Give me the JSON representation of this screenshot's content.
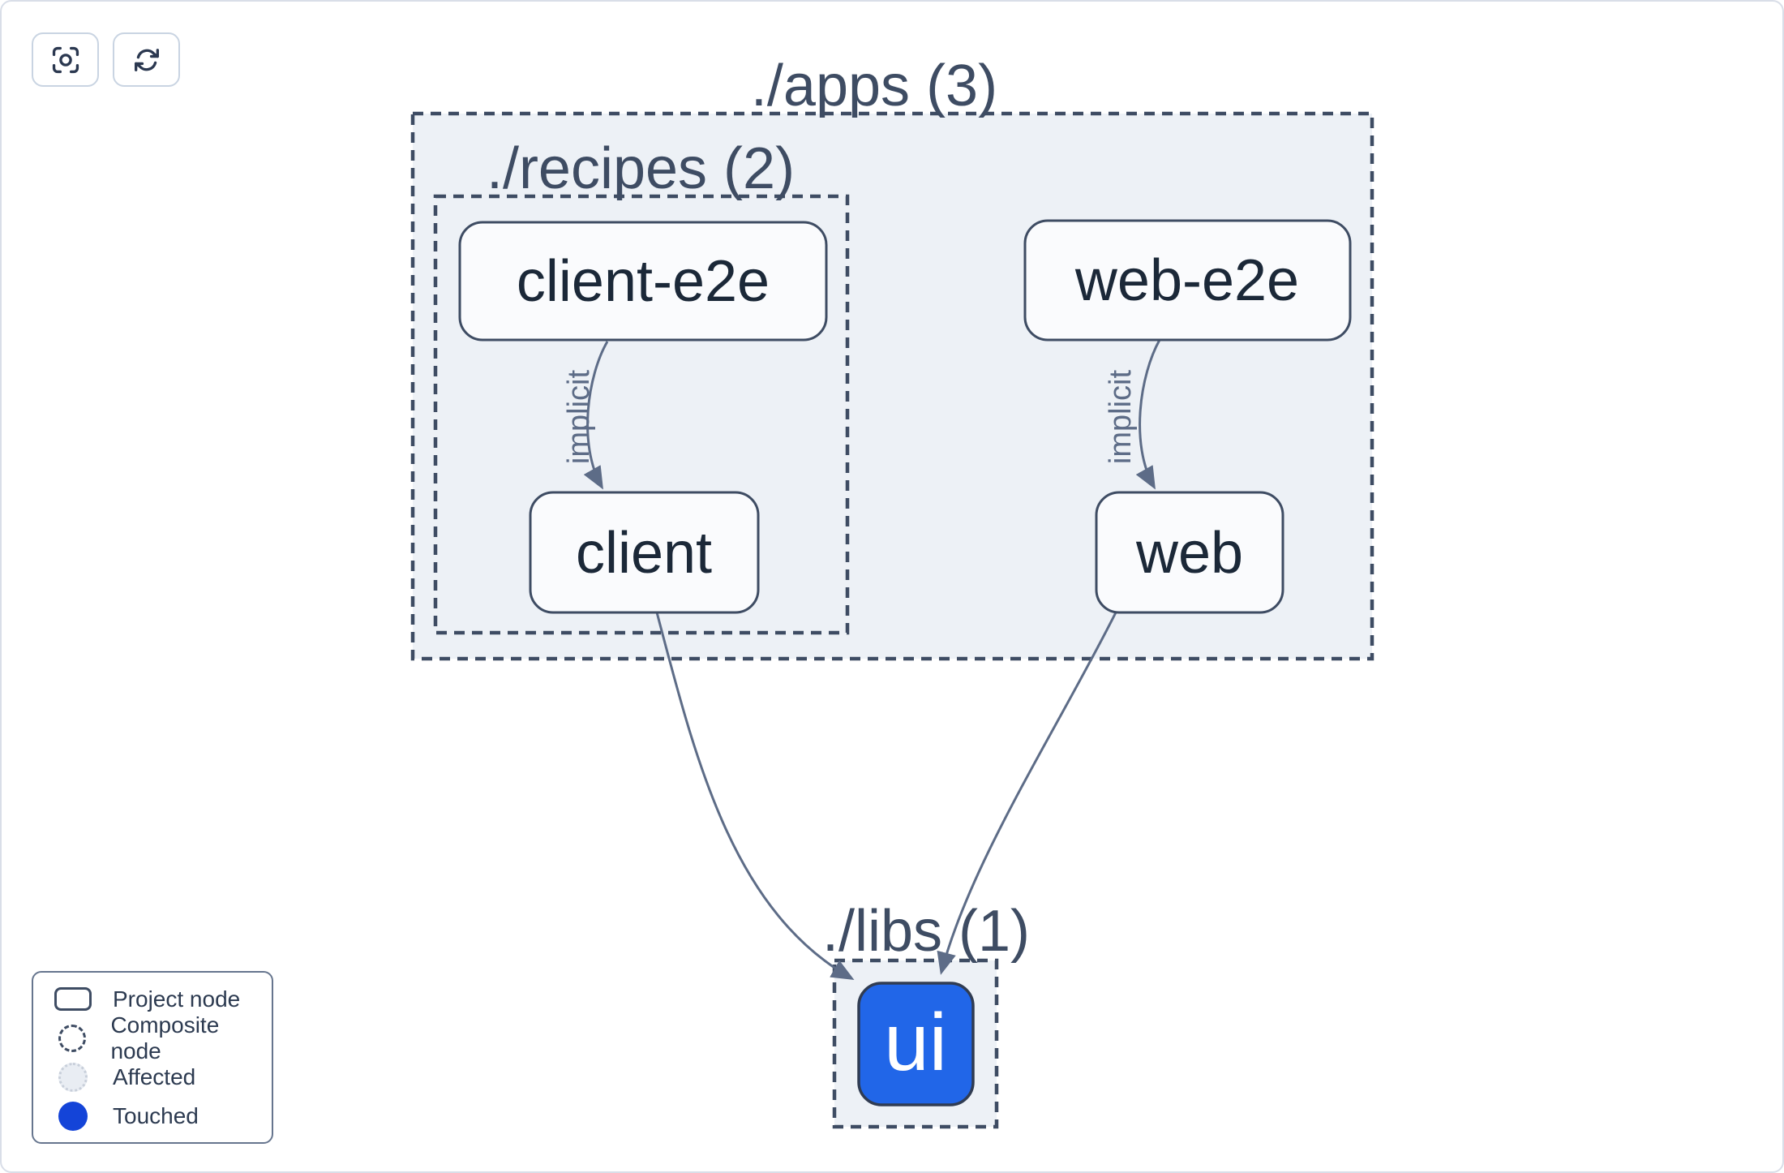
{
  "toolbar": {
    "buttons": [
      {
        "name": "center-graph",
        "icon": "focus-crosshair-icon"
      },
      {
        "name": "refresh-graph",
        "icon": "refresh-icon"
      }
    ]
  },
  "graph": {
    "composites": [
      {
        "id": "apps",
        "label": "./apps (3)"
      },
      {
        "id": "recipes",
        "label": "./recipes (2)"
      },
      {
        "id": "libs",
        "label": "./libs (1)"
      }
    ],
    "nodes": [
      {
        "id": "client-e2e",
        "label": "client-e2e"
      },
      {
        "id": "web-e2e",
        "label": "web-e2e"
      },
      {
        "id": "client",
        "label": "client"
      },
      {
        "id": "web",
        "label": "web"
      },
      {
        "id": "ui",
        "label": "ui"
      }
    ],
    "edges": [
      {
        "from": "client-e2e",
        "to": "client",
        "label": "implicit"
      },
      {
        "from": "web-e2e",
        "to": "web",
        "label": "implicit"
      },
      {
        "from": "client",
        "to": "ui",
        "label": ""
      },
      {
        "from": "web",
        "to": "ui",
        "label": ""
      }
    ]
  },
  "legend": {
    "items": [
      {
        "label": "Project node"
      },
      {
        "label": "Composite node"
      },
      {
        "label": "Affected"
      },
      {
        "label": "Touched"
      }
    ]
  },
  "colors": {
    "touched_node_fill": "#2166e8",
    "legend_touched_fill": "#1444d8",
    "composite_fill": "#edf1f6",
    "dashed_border": "#3e4c63",
    "node_fill": "#fafbfd",
    "edge_stroke": "#5d6c87",
    "node_text": "#1b2838"
  }
}
